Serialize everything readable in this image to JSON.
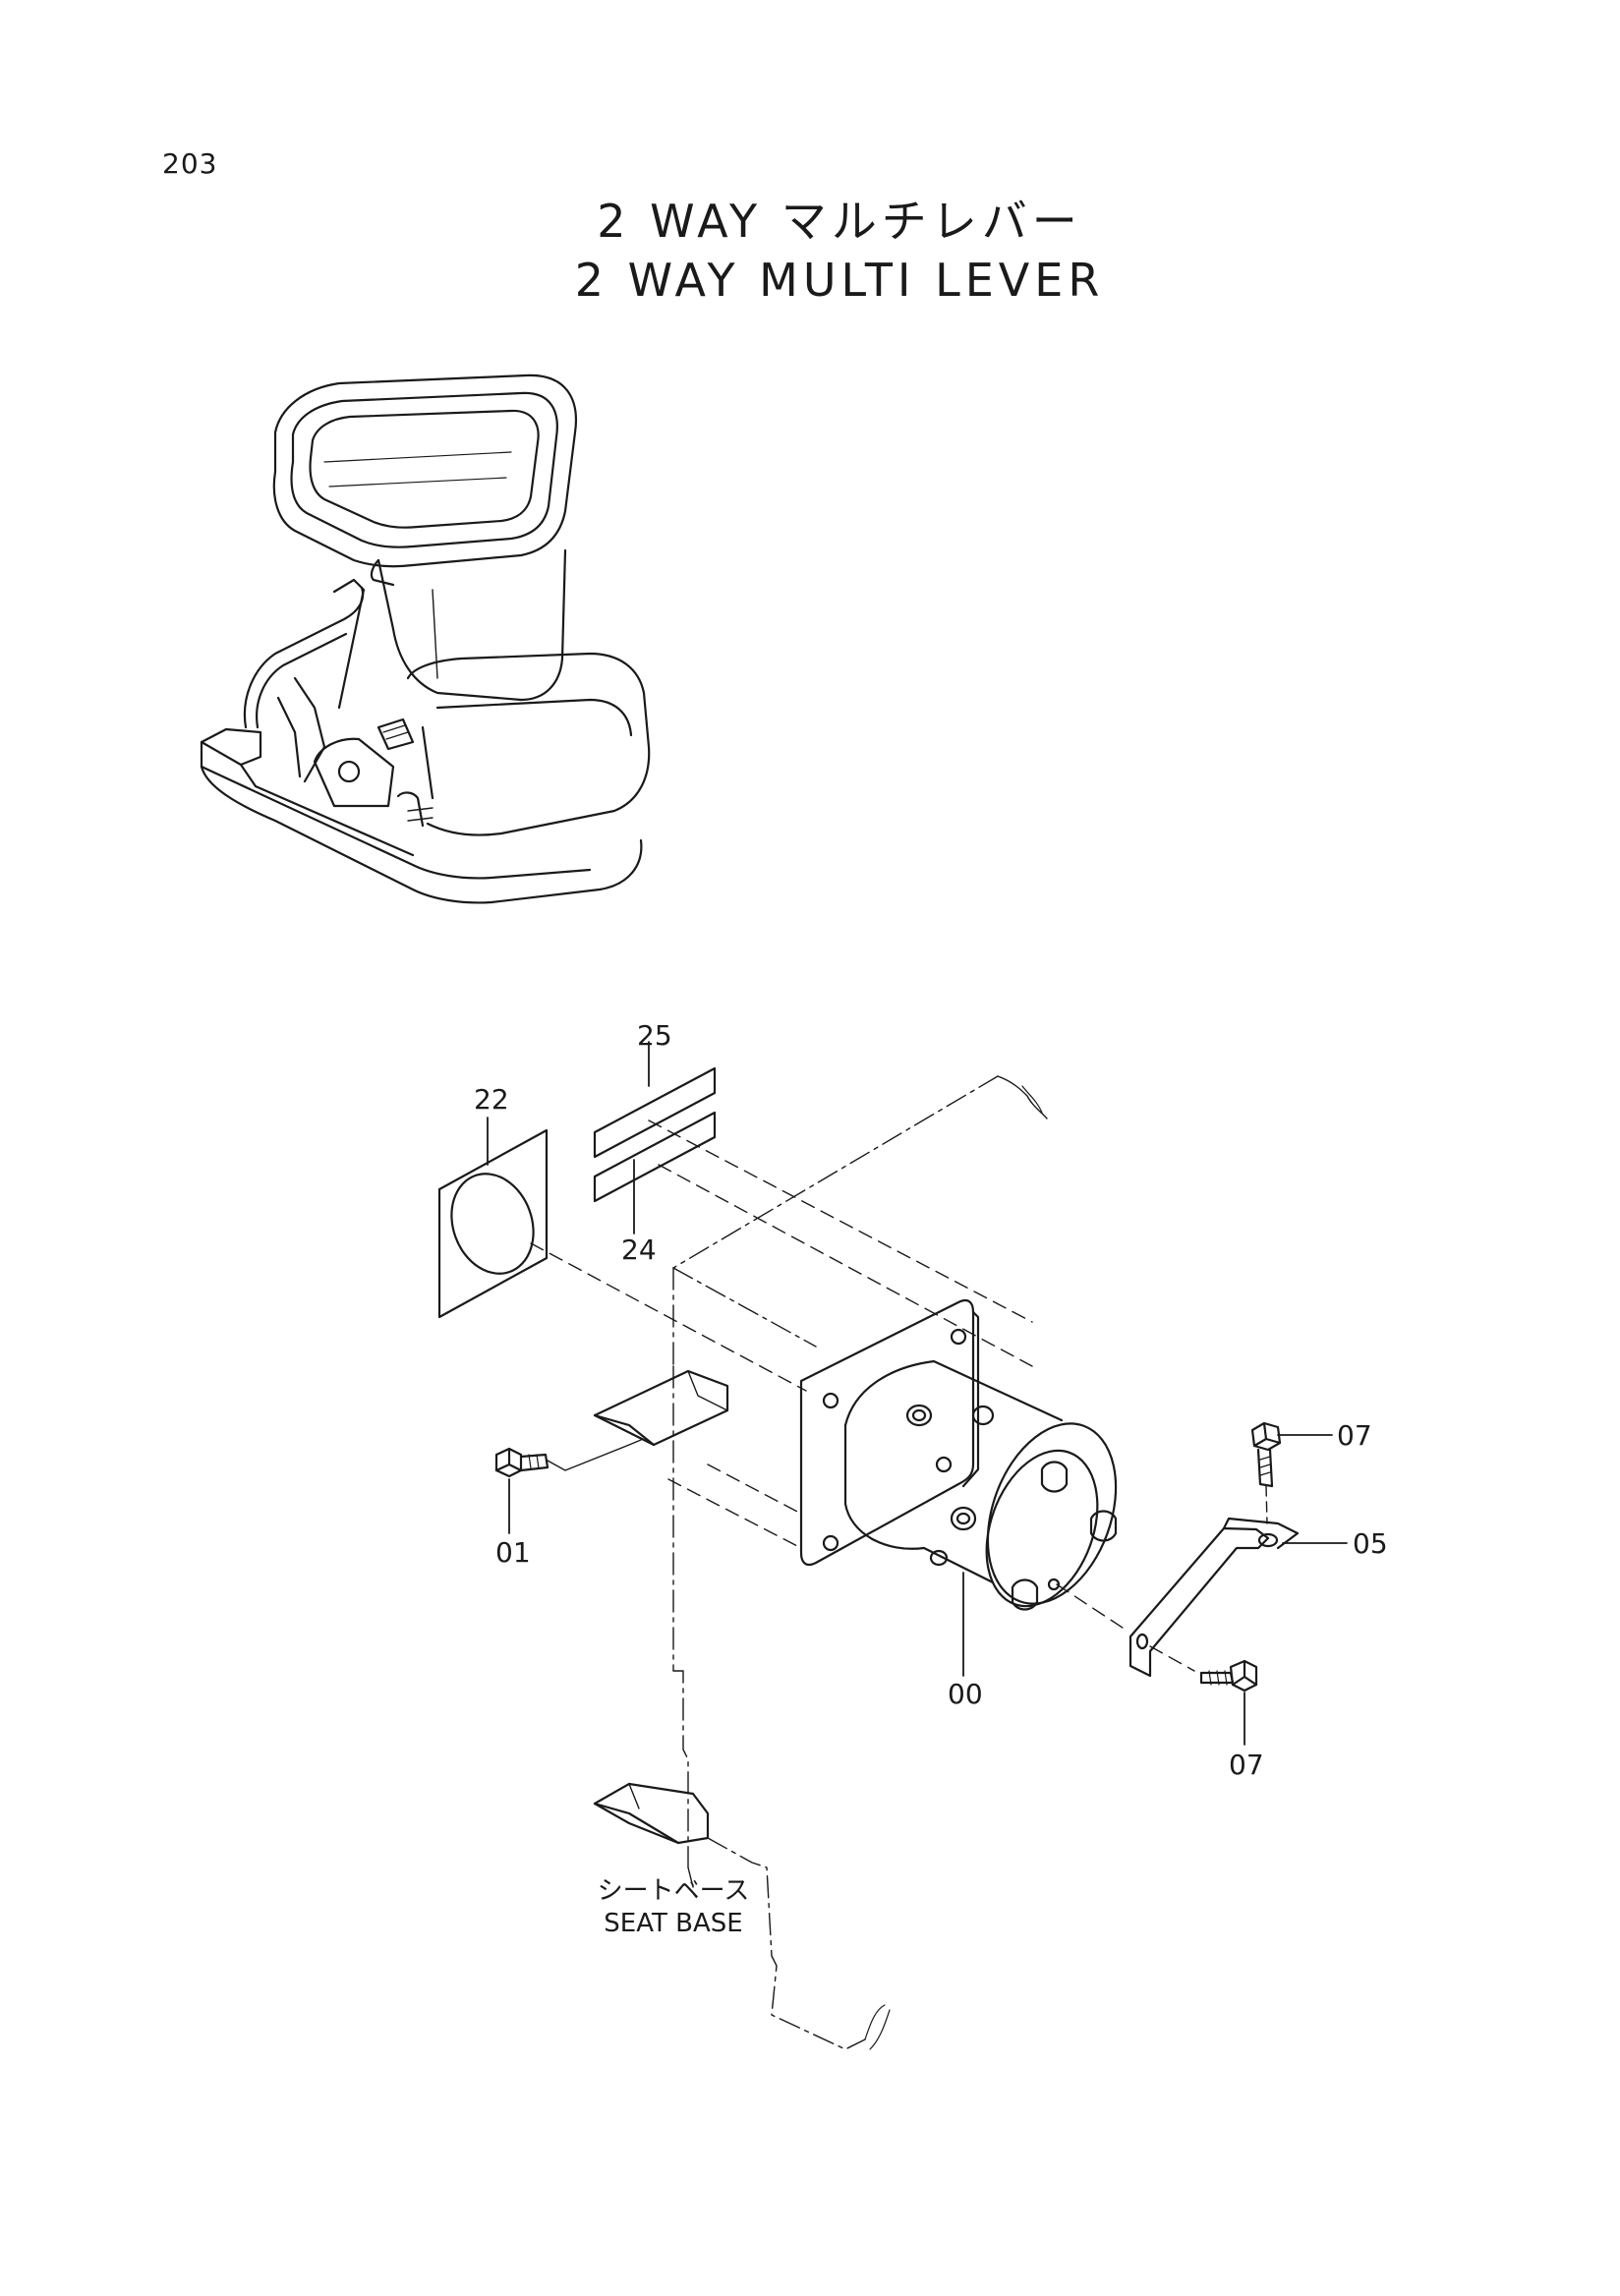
{
  "page": {
    "number": "203",
    "title_ja": "2 WAY マルチレバー",
    "title_en": "2 WAY MULTI LEVER"
  },
  "callouts": {
    "c22": "22",
    "c25": "25",
    "c24": "24",
    "c01": "01",
    "c00": "00",
    "c07_top": "07",
    "c05": "05",
    "c07_bottom": "07"
  },
  "seat_base": {
    "label_ja": "シートベース",
    "label_en": "SEAT BASE"
  }
}
